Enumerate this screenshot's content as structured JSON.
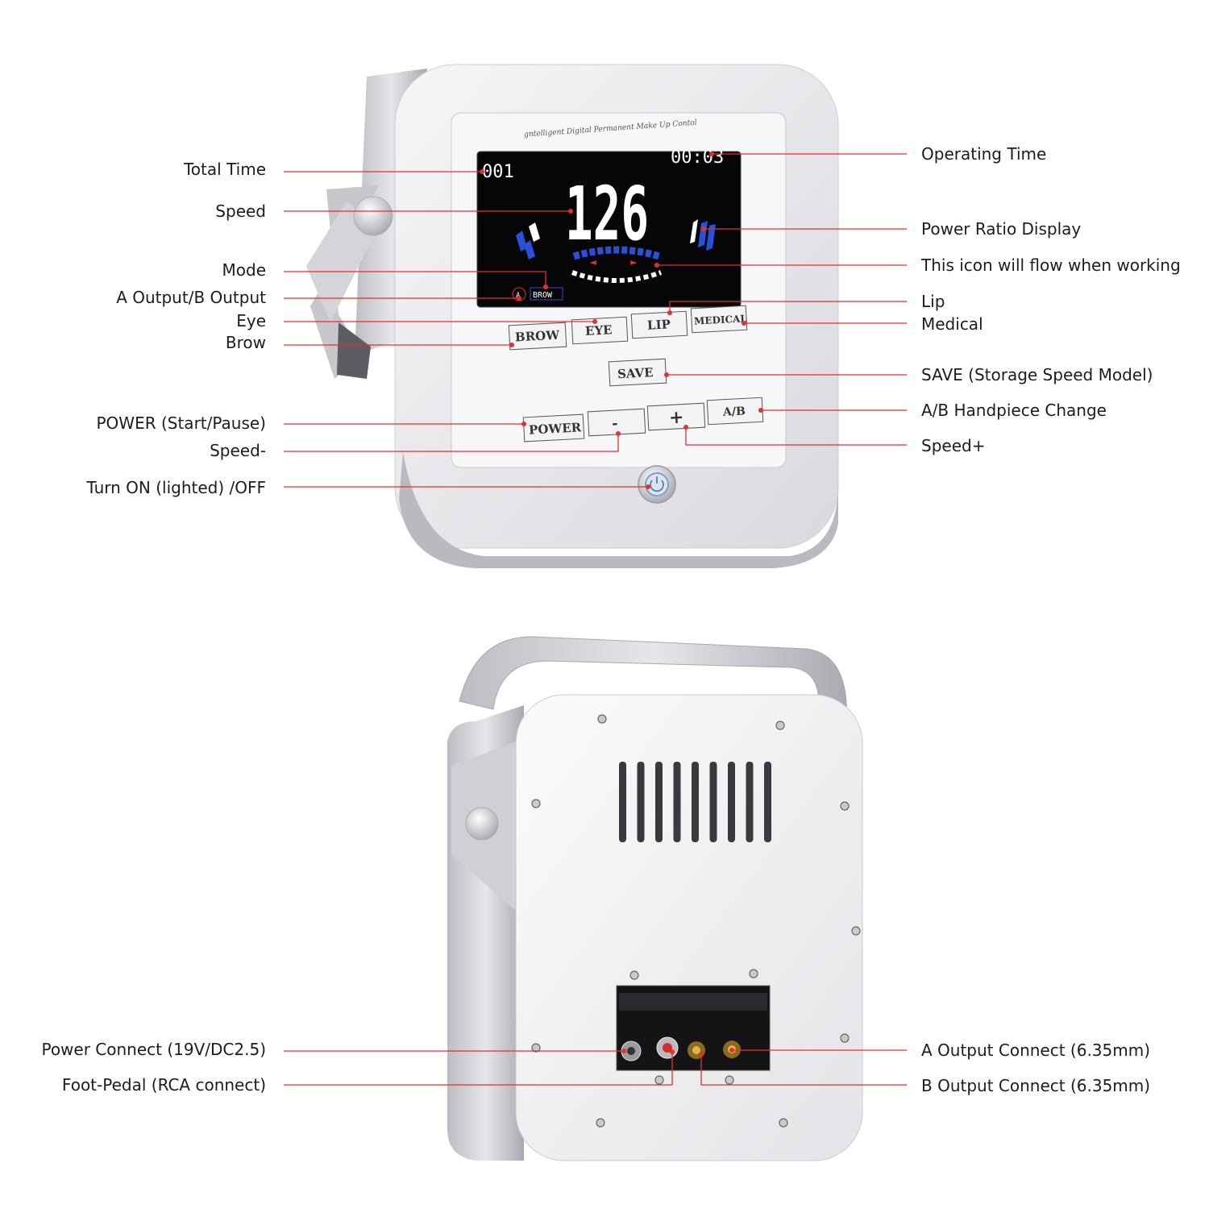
{
  "front": {
    "tagline": "gntelligent Digital Permanent Make Up Contol",
    "lcd": {
      "total_time": "001",
      "operating_time": "00:03",
      "speed": "126",
      "output": "A",
      "mode": "BROW"
    },
    "buttons": {
      "brow": "BROW",
      "eye": "EYE",
      "lip": "LIP",
      "medical": "MEDICAL",
      "save": "SAVE",
      "power": "POWER",
      "minus": "-",
      "plus": "+",
      "ab": "A/B"
    }
  },
  "labels_left": {
    "total_time": "Total Time",
    "speed": "Speed",
    "mode": "Mode",
    "output": "A Output/B Output",
    "eye": "Eye",
    "brow": "Brow",
    "power": "POWER (Start/Pause)",
    "speed_minus": "Speed-",
    "turn_on": "Turn ON (lighted) /OFF",
    "power_connect": "Power Connect (19V/DC2.5)",
    "foot_pedal": "Foot-Pedal (RCA connect)"
  },
  "labels_right": {
    "operating_time": "Operating Time",
    "power_ratio": "Power Ratio Display",
    "flow_icon": "This icon will flow when working",
    "lip": "Lip",
    "medical": "Medical",
    "save": "SAVE (Storage Speed Model)",
    "ab_change": "A/B Handpiece Change",
    "speed_plus": "Speed+",
    "a_output_connect": "A Output Connect (6.35mm)",
    "b_output_connect": "B Output Connect (6.35mm)"
  },
  "colors": {
    "leader": "#e03030",
    "lcd_blue": "#2a4fd8",
    "body": "#e9e9ec",
    "panel": "#f4f4f6"
  }
}
